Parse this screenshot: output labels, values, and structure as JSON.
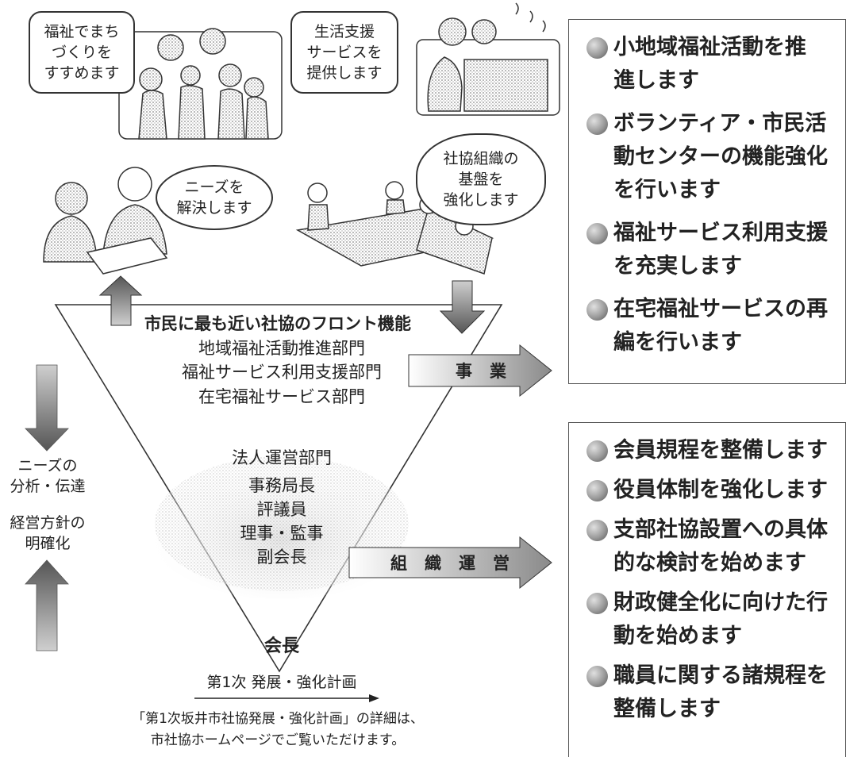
{
  "bubbles": {
    "machizukuri": [
      "福祉でまち",
      "づくりを",
      "すすめます"
    ],
    "seikatsu": [
      "生活支援",
      "サービスを",
      "提供します"
    ],
    "needs": [
      "ニーズを",
      "解決します"
    ],
    "kiban": [
      "社協組織の",
      "基盤を",
      "強化します"
    ]
  },
  "triangle": {
    "front_title": "市民に最も近い社協のフロント機能",
    "front_depts": [
      "地域福祉活動推進部門",
      "福祉サービス利用支援部門",
      "在宅福祉サービス部門"
    ],
    "corp_title": "法人運営部門",
    "corp_roles": [
      "事務局長",
      "評議員",
      "理事・監事",
      "副会長"
    ],
    "apex": "会長"
  },
  "arrows": {
    "jigyo": "事業",
    "soshiki": "組織運営"
  },
  "left_labels": {
    "needs_analysis": [
      "ニーズの",
      "分析・伝達"
    ],
    "policy": [
      "経営方針の",
      "明確化"
    ]
  },
  "plan": {
    "label": "第1次 発展・強化計画",
    "note": [
      "「第1次坂井市社協発展・強化計画」の詳細は、",
      "市社協ホームページでご覧いただけます。"
    ]
  },
  "goals_jigyo": [
    [
      "小地域福祉活動を推",
      "進します"
    ],
    [
      "ボランティア・市民活",
      "動センターの機能強化",
      "を行います"
    ],
    [
      "福祉サービス利用支援",
      "を充実します"
    ],
    [
      "在宅福祉サービスの再",
      "編を行います"
    ]
  ],
  "goals_soshiki": [
    [
      "会員規程を整備します"
    ],
    [
      "役員体制を強化します"
    ],
    [
      "支部社協設置への具体",
      "的な検討を始めます"
    ],
    [
      "財政健全化に向けた行",
      "動を始めます"
    ],
    [
      "職員に関する諸規程を",
      "整備します"
    ]
  ]
}
